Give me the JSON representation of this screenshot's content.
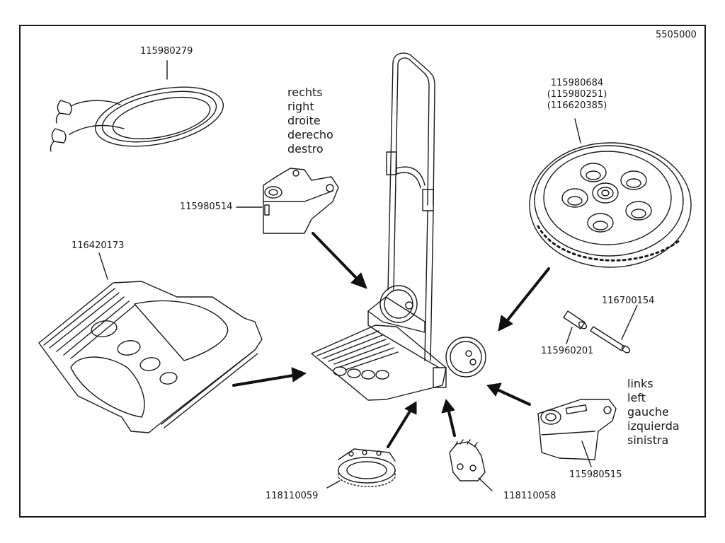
{
  "diagram": {
    "title_code": "5505000",
    "colors": {
      "line": "#1a1a1a",
      "background": "#ffffff"
    },
    "parts": [
      {
        "id": "bungee-cord",
        "number": "115980279"
      },
      {
        "id": "right-bracket",
        "number": "115980514"
      },
      {
        "id": "base-plate",
        "number": "116420173"
      },
      {
        "id": "wheel",
        "number": "115980684",
        "alternates": [
          "(115980251)",
          "(116620385)"
        ]
      },
      {
        "id": "axle-bolt",
        "number": "116700154"
      },
      {
        "id": "axle-sleeve",
        "number": "115960201"
      },
      {
        "id": "left-bracket",
        "number": "115980515"
      },
      {
        "id": "foot-ring",
        "number": "118110059"
      },
      {
        "id": "foot-plate",
        "number": "118110058"
      }
    ],
    "right_labels": [
      "rechts",
      "right",
      "droite",
      "derecho",
      "destro"
    ],
    "left_labels": [
      "links",
      "left",
      "gauche",
      "izquierda",
      "sinistra"
    ]
  }
}
